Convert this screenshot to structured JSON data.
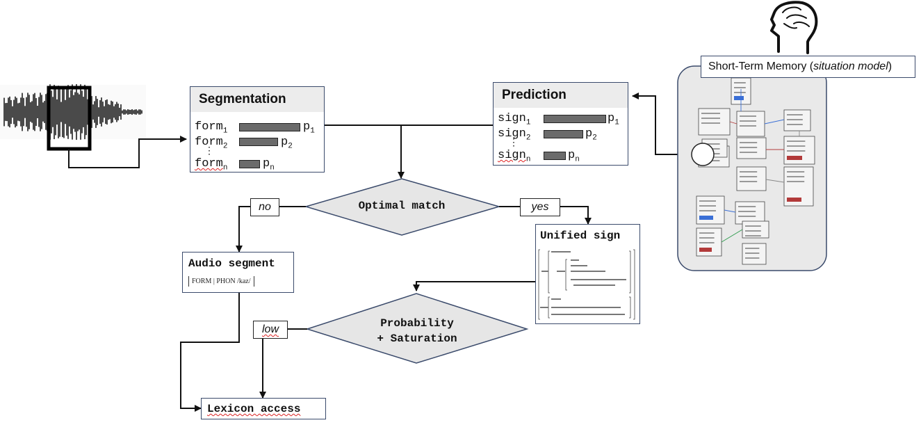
{
  "segmentation": {
    "title": "Segmentation",
    "rows": [
      {
        "form": "form",
        "sub": "1",
        "p": "p",
        "psub": "1",
        "value": 0.62
      },
      {
        "form": "form",
        "sub": "2",
        "p": "p",
        "psub": "2",
        "value": 0.38
      },
      {
        "form": "form",
        "sub": "n",
        "p": "p",
        "psub": "n",
        "value": 0.22
      }
    ],
    "dots": "⋮"
  },
  "prediction": {
    "title": "Prediction",
    "rows": [
      {
        "form": "sign",
        "sub": "1",
        "p": "p",
        "psub": "1",
        "value": 0.62
      },
      {
        "form": "sign",
        "sub": "2",
        "p": "p",
        "psub": "2",
        "value": 0.38
      },
      {
        "form": "sign",
        "sub": "n",
        "p": "p",
        "psub": "n",
        "value": 0.22
      }
    ],
    "dots": "⋮"
  },
  "memory": {
    "title_main": "Short-Term Memory (",
    "title_italic": "situation model",
    "title_end": ")"
  },
  "decisions": {
    "optimal": "Optimal match",
    "probability_line1": "Probability",
    "probability_line2": "+ Saturation"
  },
  "edge_labels": {
    "no": "no",
    "yes": "yes",
    "low": "low"
  },
  "audio_segment": {
    "title": "Audio segment",
    "feature": "FORM | PHON /kaz/"
  },
  "unified_sign": {
    "title": "Unified sign"
  },
  "lexicon": {
    "title": "Lexicon access"
  },
  "colors": {
    "box_border": "#3a4a6b",
    "diamond_fill": "#e6e6e6",
    "memory_fill": "#e9e9e9",
    "bar_fill": "#6b6b6b"
  },
  "icons": [
    "waveform-icon",
    "brain-head-icon",
    "connector-circle-icon"
  ]
}
